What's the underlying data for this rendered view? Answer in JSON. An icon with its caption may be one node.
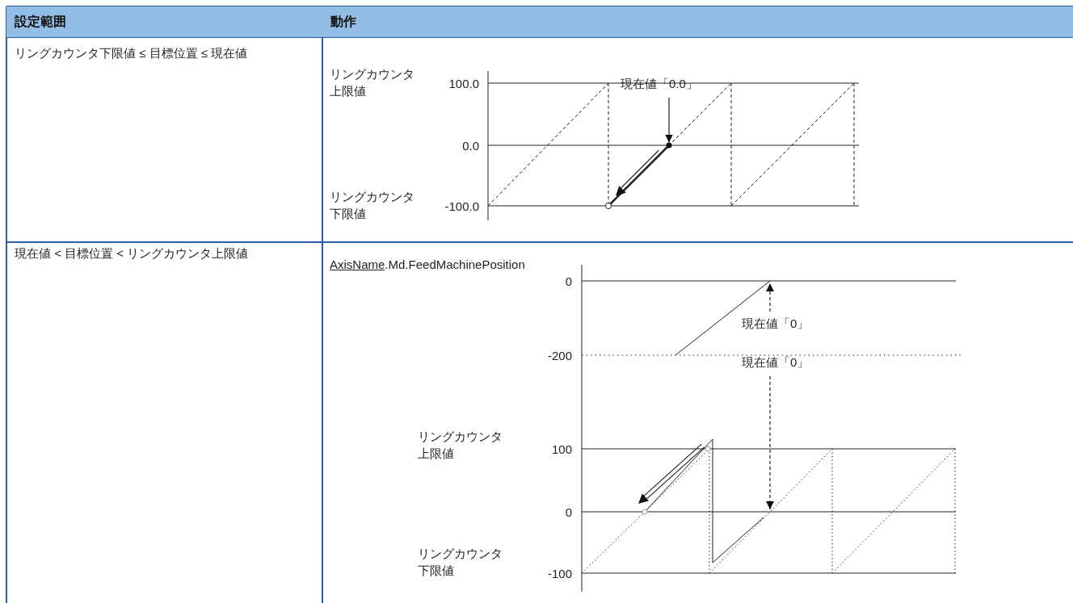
{
  "diagram": {
    "nodes": [
      {
        "text": [
          "現在値「0.0」"
        ]
      },
      {
        "text": [
          "現在値「0」"
        ]
      },
      {
        "text": [
          "現在値「0」"
        ]
      },
      {
        "text": [],
        "shape": "circle"
      }
    ],
    "edges": [
      {
        "from": 0,
        "to": 3,
        "arrow": "to"
      },
      {
        "from": 1,
        "to": null,
        "arrow": "to",
        "style": "dashed"
      },
      {
        "from": 2,
        "to": null,
        "arrow": "to",
        "style": "dashed"
      }
    ],
    "labels": [
      "設定範囲",
      "動作",
      "リングカウンタ下限値 ≤ 目標位置 ≤ 現在値",
      "リングカウンタ上限値",
      "100.0",
      "0.0",
      "リングカウンタ下限値",
      "-100.0",
      "現在値 < 目標位置 < リングカウンタ上限値",
      "AxisName.Md.FeedMachinePosition",
      "0",
      "-200",
      "リングカウンタ上限値",
      "100",
      "0",
      "リングカウンタ下限値",
      "-100"
    ]
  }
}
